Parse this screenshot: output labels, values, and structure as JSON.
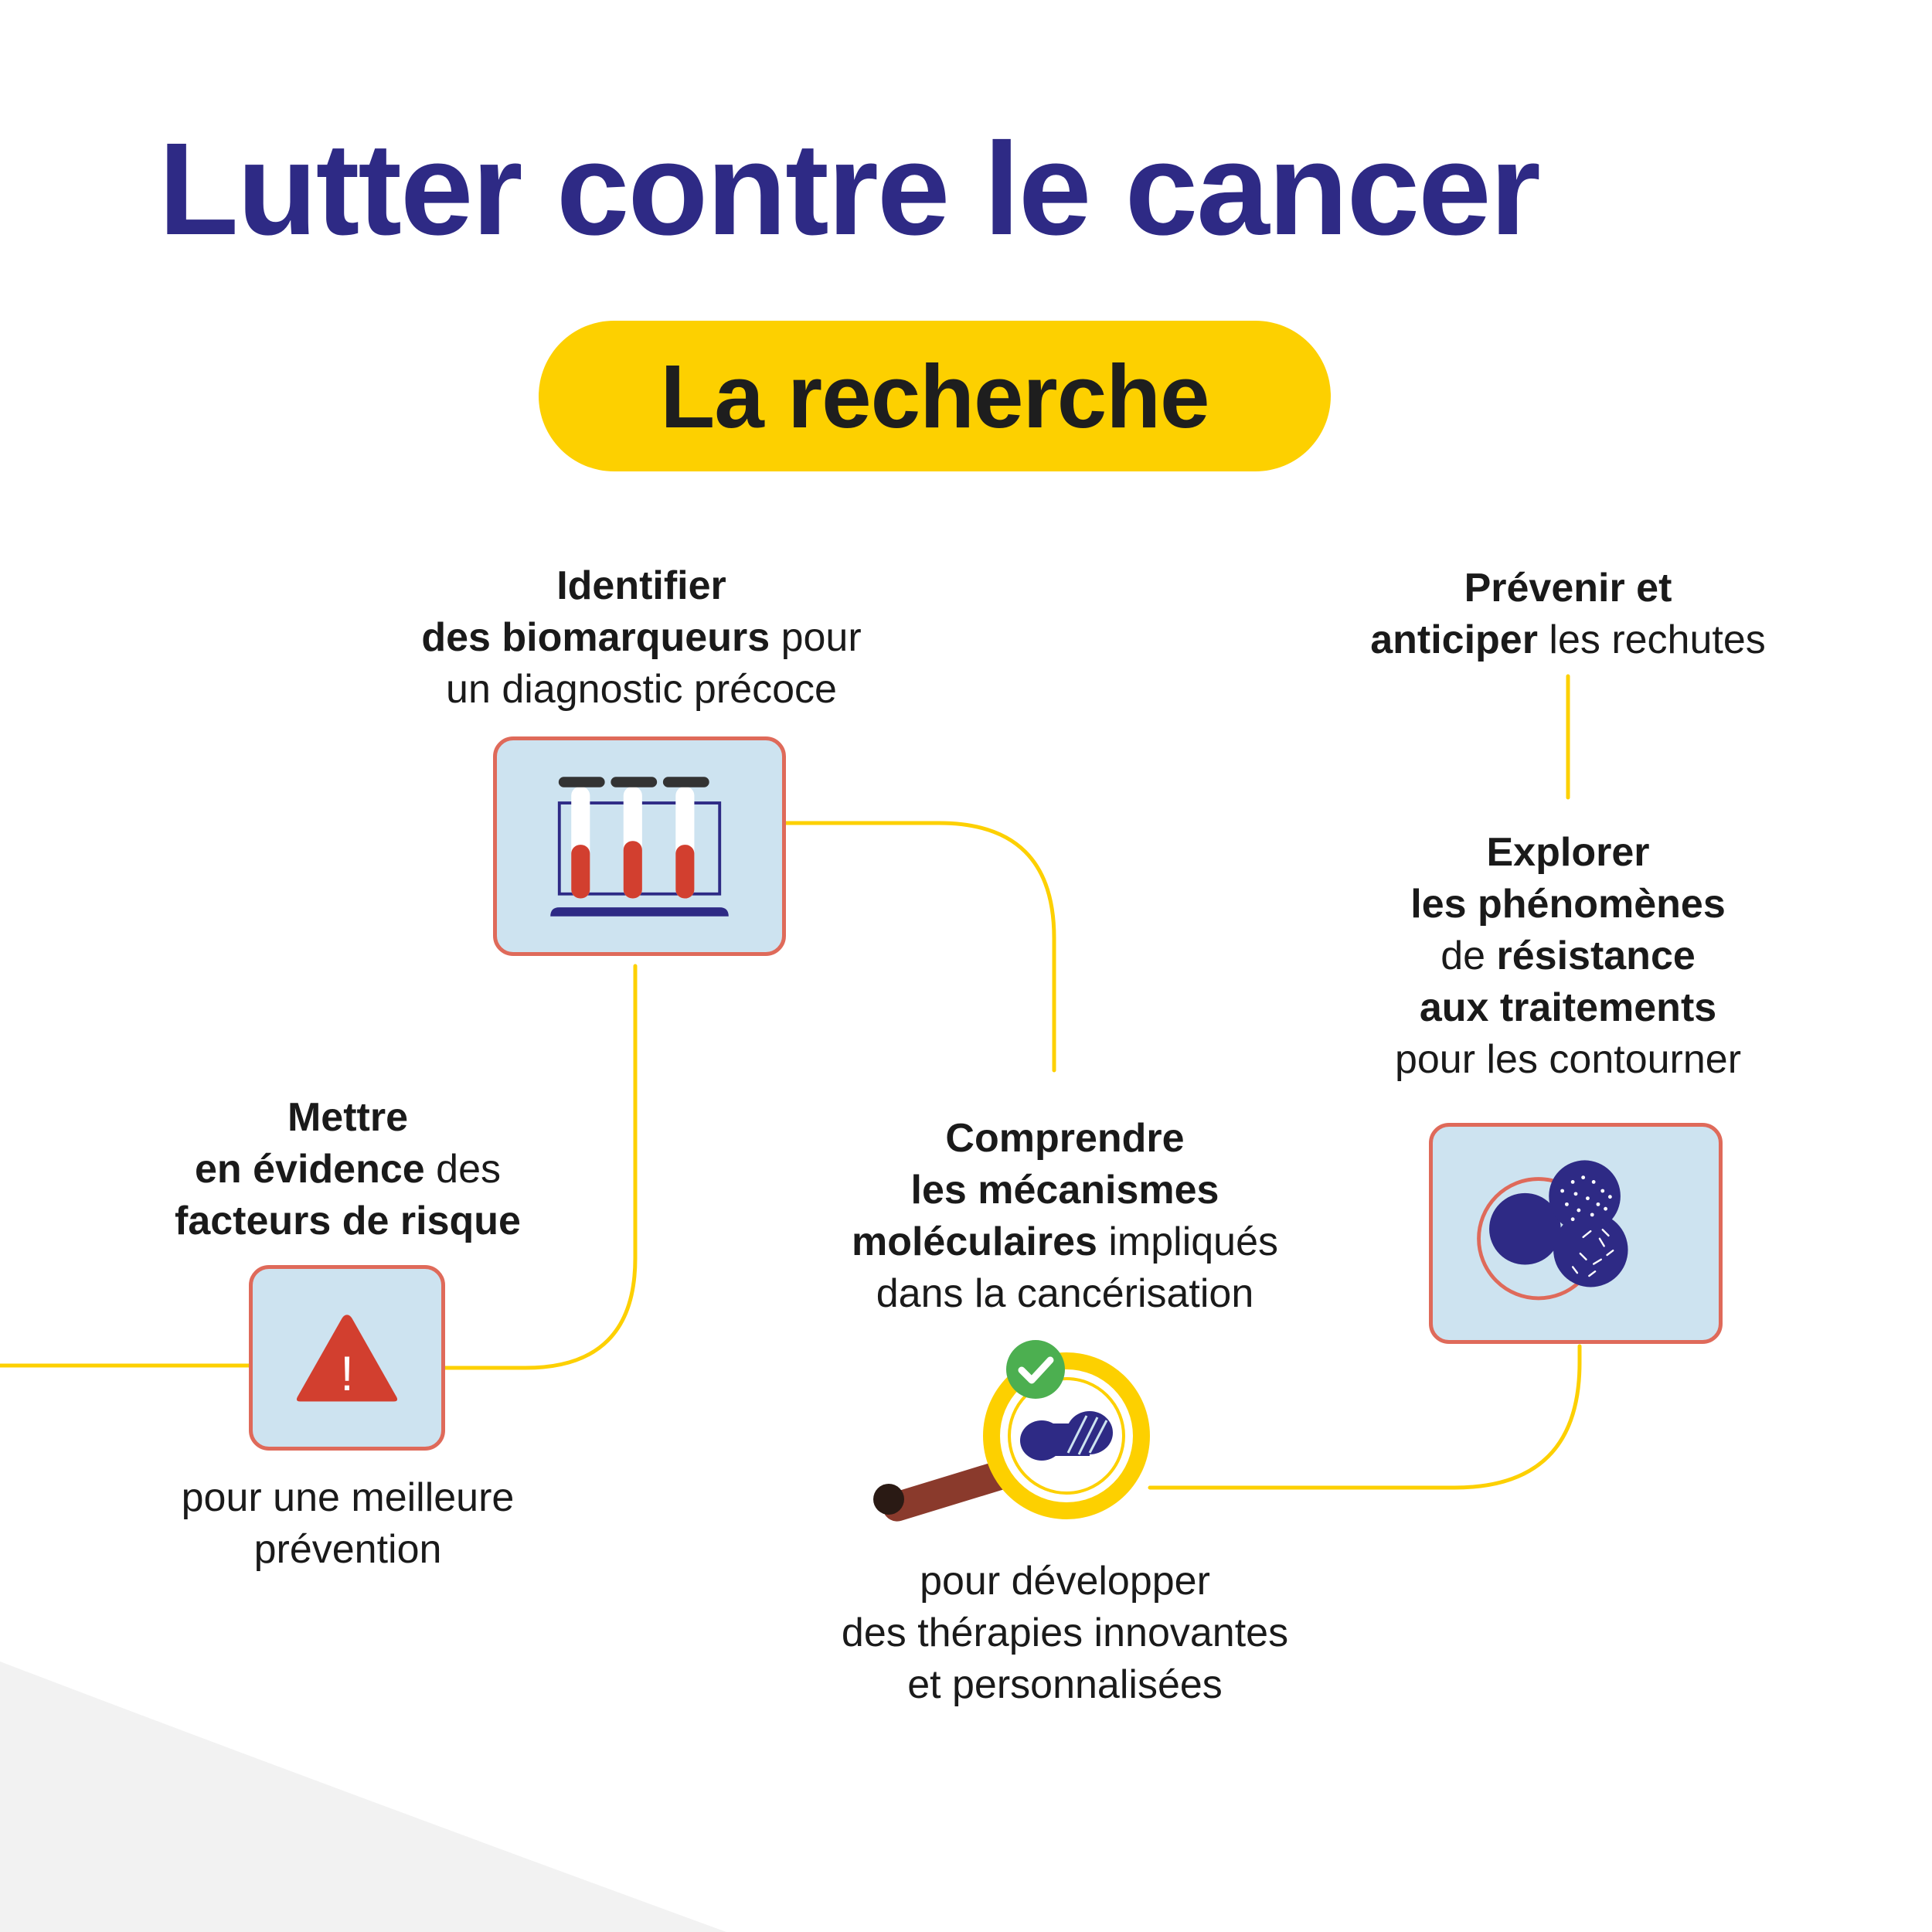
{
  "title": "Lutter contre le cancer",
  "subtitle": "La recherche",
  "colors": {
    "title": "#2e2a85",
    "pill": "#fdd000",
    "connector": "#fdd000",
    "box_fill": "#cde3f0",
    "box_border": "#df6a5a",
    "accent_red": "#d23f2f",
    "accent_navy": "#2e2a85",
    "check_green": "#4caf50"
  },
  "steps": {
    "biomarkers": {
      "icon": "test-tubes-icon",
      "line1_bold": "Identifier",
      "line2_bold": "des biomarqueurs",
      "line2_regular": " pour",
      "line3_regular": "un diagnostic précoce"
    },
    "risk": {
      "icon": "warning-icon",
      "warning_glyph": "!",
      "line1_bold": "Mettre",
      "line2_bold": "en évidence",
      "line2_regular": " des",
      "line3_bold": "facteurs de risque",
      "after_line1": "pour une meilleure",
      "after_line2": "prévention"
    },
    "mechanisms": {
      "icon": "magnifier-icon",
      "line1_bold": "Comprendre",
      "line2_bold": "les mécanismes",
      "line3_bold": "moléculaires",
      "line3_regular": " impliqués",
      "line4_regular": "dans la cancérisation",
      "after_line1": "pour développer",
      "after_line2": "des thérapies innovantes",
      "after_line3": "et personnalisées"
    },
    "resistance": {
      "icon": "cells-icon",
      "line1_bold": "Explorer",
      "line2_bold": "les phénomènes",
      "line3_regular": "de ",
      "line3_bold": "résistance",
      "line4_bold": "aux traitements",
      "line5_regular": "pour les contourner"
    },
    "relapse": {
      "line1_bold": "Prévenir et",
      "line2_bold": "anticiper",
      "line2_regular": " les rechutes"
    }
  }
}
